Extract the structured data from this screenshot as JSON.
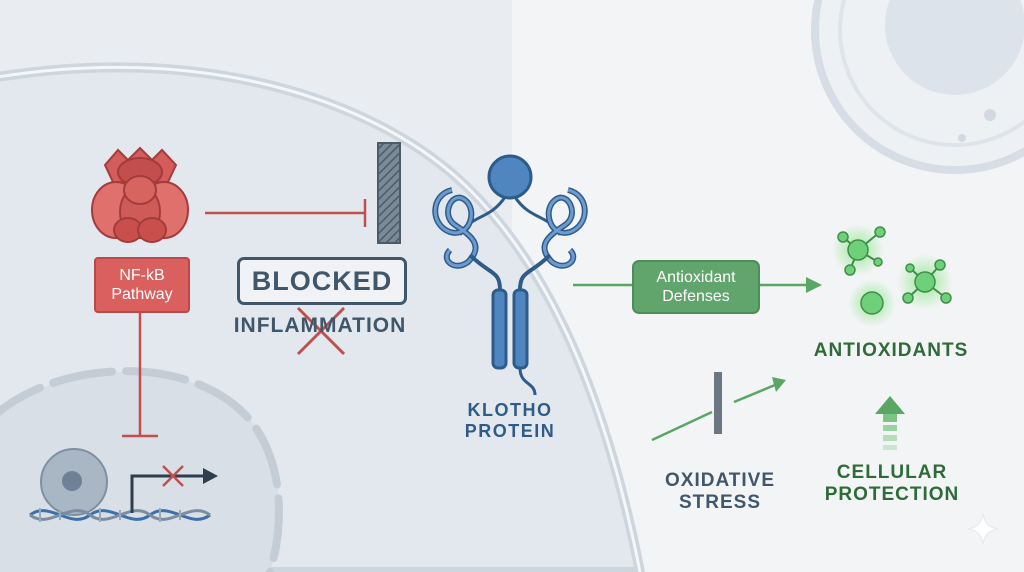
{
  "labels": {
    "nfkb_line1": "NF-kB",
    "nfkb_line2": "Pathway",
    "blocked": "BLOCKED",
    "inflammation": "INFLAMMATION",
    "klotho_line1": "KLOTHO",
    "klotho_line2": "PROTEIN",
    "antioxidant_defenses_line1": "Antioxidant",
    "antioxidant_defenses_line2": "Defenses",
    "antioxidants": "ANTIOXIDANTS",
    "oxidative_line1": "OXIDATIVE",
    "oxidative_line2": "STRESS",
    "cellular_line1": "CELLULAR",
    "cellular_line2": "PROTECTION"
  },
  "icons": {
    "nfkb_complex": "protein-complex-icon",
    "klotho": "klotho-protein-icon",
    "dna": "dna-helix-icon",
    "blocker": "inhibition-bar-icon",
    "molecules": "antioxidant-molecule-icon",
    "sparkle": "sparkle-icon"
  },
  "colors": {
    "background_left": "#e9edf1",
    "background_right": "#f3f4f5",
    "inhibition_red": "#c0504d",
    "nfkb_fill": "#d9605e",
    "klotho_blue": "#3d6fa8",
    "text_dark": "#3f566b",
    "green_accent": "#5aa665",
    "green_text": "#2f6b38"
  }
}
